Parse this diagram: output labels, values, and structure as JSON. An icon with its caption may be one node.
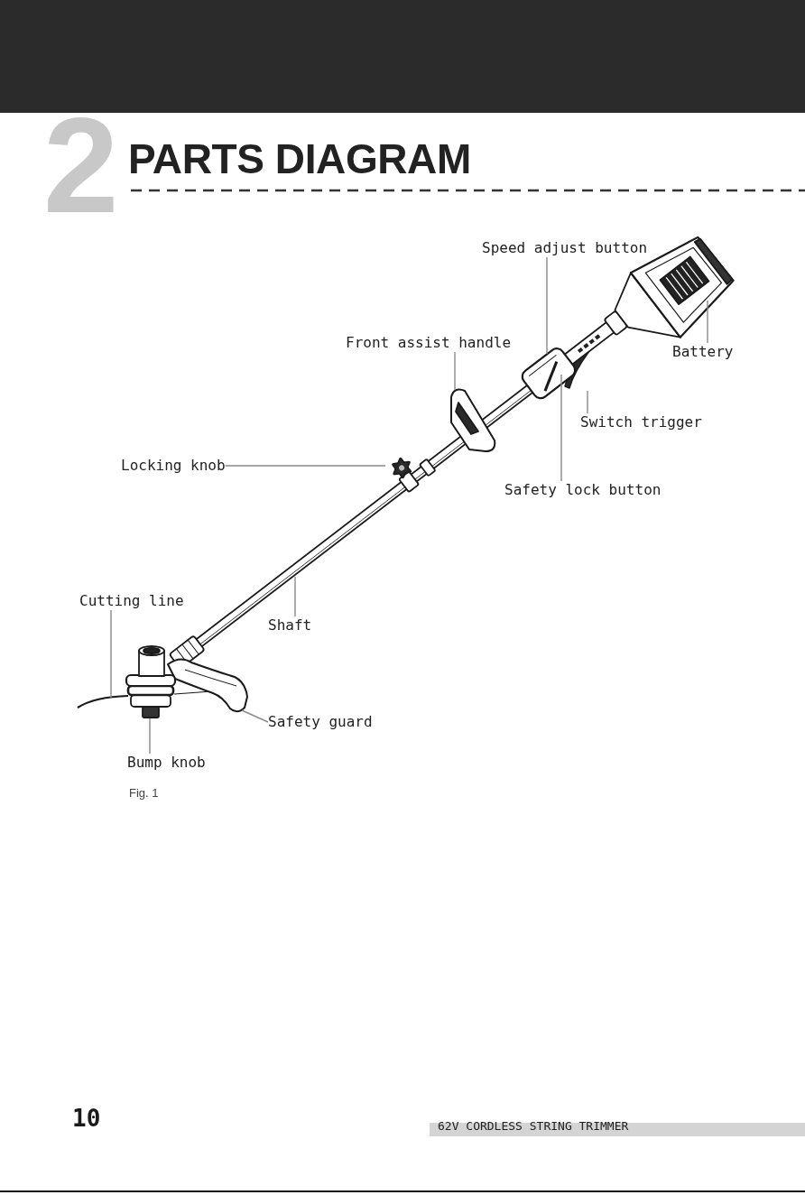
{
  "diagram": {
    "title": "PARTS DIAGRAM",
    "caption": "Fig. 1",
    "nodes": [
      {
        "text": [
          "Speed adjust button"
        ]
      },
      {
        "text": [
          "Front assist handle"
        ]
      },
      {
        "text": [
          "Battery"
        ]
      },
      {
        "text": [
          "Switch trigger"
        ]
      },
      {
        "text": [
          "Locking knob"
        ]
      },
      {
        "text": [
          "Safety lock button"
        ]
      },
      {
        "text": [
          "Cutting line"
        ]
      },
      {
        "text": [
          "Shaft"
        ]
      },
      {
        "text": [
          "Safety guard"
        ]
      },
      {
        "text": [
          "Bump knob"
        ]
      }
    ],
    "edges": [
      {
        "from": 0,
        "to": null,
        "arrow": "none"
      },
      {
        "from": 1,
        "to": null,
        "arrow": "none"
      },
      {
        "from": 2,
        "to": null,
        "arrow": "none"
      },
      {
        "from": 3,
        "to": null,
        "arrow": "none"
      },
      {
        "from": 4,
        "to": null,
        "arrow": "none"
      },
      {
        "from": 5,
        "to": null,
        "arrow": "none"
      },
      {
        "from": 6,
        "to": null,
        "arrow": "none"
      },
      {
        "from": 7,
        "to": null,
        "arrow": "none"
      },
      {
        "from": 8,
        "to": null,
        "arrow": "none"
      },
      {
        "from": 9,
        "to": null,
        "arrow": "none"
      }
    ],
    "labels": [
      "2",
      "10",
      "62V CORDLESS STRING TRIMMER"
    ]
  }
}
